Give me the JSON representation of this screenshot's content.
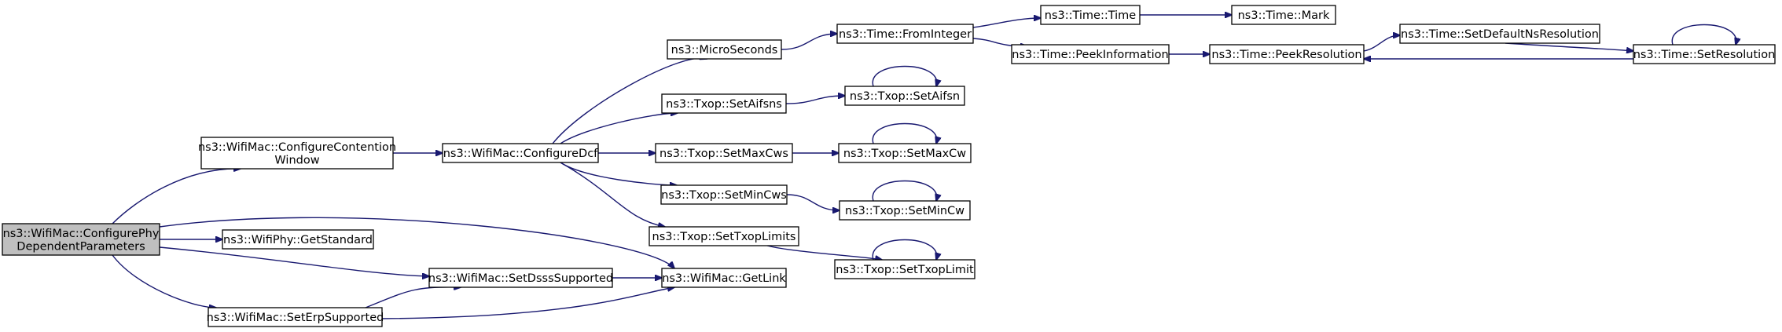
{
  "graph": {
    "nodes": [
      {
        "id": "configure_phy",
        "name": "node-configure-phy-dependent-parameters",
        "lines": [
          "ns3::WifiMac::ConfigurePhy",
          "DependentParameters"
        ],
        "root": true
      },
      {
        "id": "configure_contention",
        "name": "node-configure-contention-window",
        "lines": [
          "ns3::WifiMac::ConfigureContention",
          "Window"
        ]
      },
      {
        "id": "get_standard",
        "name": "node-wifiphy-get-standard",
        "lines": [
          "ns3::WifiPhy::GetStandard"
        ]
      },
      {
        "id": "set_dsss",
        "name": "node-set-dsss-supported",
        "lines": [
          "ns3::WifiMac::SetDsssSupported"
        ]
      },
      {
        "id": "set_erp",
        "name": "node-set-erp-supported",
        "lines": [
          "ns3::WifiMac::SetErpSupported"
        ]
      },
      {
        "id": "configure_dcf",
        "name": "node-configure-dcf",
        "lines": [
          "ns3::WifiMac::ConfigureDcf"
        ]
      },
      {
        "id": "get_link",
        "name": "node-get-link",
        "lines": [
          "ns3::WifiMac::GetLink"
        ]
      },
      {
        "id": "micro_seconds",
        "name": "node-micro-seconds",
        "lines": [
          "ns3::MicroSeconds"
        ]
      },
      {
        "id": "set_aifsns",
        "name": "node-txop-set-aifsns",
        "lines": [
          "ns3::Txop::SetAifsns"
        ]
      },
      {
        "id": "set_max_cws",
        "name": "node-txop-set-max-cws",
        "lines": [
          "ns3::Txop::SetMaxCws"
        ]
      },
      {
        "id": "set_min_cws",
        "name": "node-txop-set-min-cws",
        "lines": [
          "ns3::Txop::SetMinCws"
        ]
      },
      {
        "id": "set_txop_limits",
        "name": "node-txop-set-txop-limits",
        "lines": [
          "ns3::Txop::SetTxopLimits"
        ]
      },
      {
        "id": "from_integer",
        "name": "node-time-from-integer",
        "lines": [
          "ns3::Time::FromInteger"
        ]
      },
      {
        "id": "set_aifsn",
        "name": "node-txop-set-aifsn",
        "lines": [
          "ns3::Txop::SetAifsn"
        ]
      },
      {
        "id": "set_max_cw",
        "name": "node-txop-set-max-cw",
        "lines": [
          "ns3::Txop::SetMaxCw"
        ]
      },
      {
        "id": "set_min_cw",
        "name": "node-txop-set-min-cw",
        "lines": [
          "ns3::Txop::SetMinCw"
        ]
      },
      {
        "id": "set_txop_limit",
        "name": "node-txop-set-txop-limit",
        "lines": [
          "ns3::Txop::SetTxopLimit"
        ]
      },
      {
        "id": "time_time",
        "name": "node-time-time",
        "lines": [
          "ns3::Time::Time"
        ]
      },
      {
        "id": "peek_information",
        "name": "node-time-peek-information",
        "lines": [
          "ns3::Time::PeekInformation"
        ]
      },
      {
        "id": "time_mark",
        "name": "node-time-mark",
        "lines": [
          "ns3::Time::Mark"
        ]
      },
      {
        "id": "peek_resolution",
        "name": "node-time-peek-resolution",
        "lines": [
          "ns3::Time::PeekResolution"
        ]
      },
      {
        "id": "set_default_ns",
        "name": "node-time-set-default-ns-resolution",
        "lines": [
          "ns3::Time::SetDefaultNsResolution"
        ]
      },
      {
        "id": "set_resolution",
        "name": "node-time-set-resolution",
        "lines": [
          "ns3::Time::SetResolution"
        ]
      }
    ],
    "edges": [
      {
        "from": "configure_phy",
        "to": "configure_contention"
      },
      {
        "from": "configure_phy",
        "to": "get_standard"
      },
      {
        "from": "configure_phy",
        "to": "set_dsss"
      },
      {
        "from": "configure_phy",
        "to": "get_link"
      },
      {
        "from": "configure_phy",
        "to": "set_erp"
      },
      {
        "from": "configure_contention",
        "to": "configure_dcf"
      },
      {
        "from": "configure_dcf",
        "to": "micro_seconds"
      },
      {
        "from": "configure_dcf",
        "to": "set_aifsns"
      },
      {
        "from": "configure_dcf",
        "to": "set_max_cws"
      },
      {
        "from": "configure_dcf",
        "to": "set_min_cws"
      },
      {
        "from": "configure_dcf",
        "to": "set_txop_limits"
      },
      {
        "from": "set_dsss",
        "to": "get_link"
      },
      {
        "from": "set_erp",
        "to": "set_dsss"
      },
      {
        "from": "set_erp",
        "to": "get_link"
      },
      {
        "from": "micro_seconds",
        "to": "from_integer"
      },
      {
        "from": "set_aifsns",
        "to": "set_aifsn"
      },
      {
        "from": "set_max_cws",
        "to": "set_max_cw"
      },
      {
        "from": "set_min_cws",
        "to": "set_min_cw"
      },
      {
        "from": "set_txop_limits",
        "to": "set_txop_limit"
      },
      {
        "from": "from_integer",
        "to": "time_time"
      },
      {
        "from": "from_integer",
        "to": "peek_information"
      },
      {
        "from": "time_time",
        "to": "time_mark"
      },
      {
        "from": "peek_information",
        "to": "peek_resolution"
      },
      {
        "from": "peek_resolution",
        "to": "set_default_ns"
      },
      {
        "from": "set_default_ns",
        "to": "set_resolution"
      },
      {
        "from": "set_resolution",
        "to": "peek_resolution"
      },
      {
        "from": "set_aifsn",
        "to": "set_aifsn"
      },
      {
        "from": "set_max_cw",
        "to": "set_max_cw"
      },
      {
        "from": "set_min_cw",
        "to": "set_min_cw"
      },
      {
        "from": "set_txop_limit",
        "to": "set_txop_limit"
      },
      {
        "from": "set_resolution",
        "to": "set_resolution"
      }
    ]
  }
}
